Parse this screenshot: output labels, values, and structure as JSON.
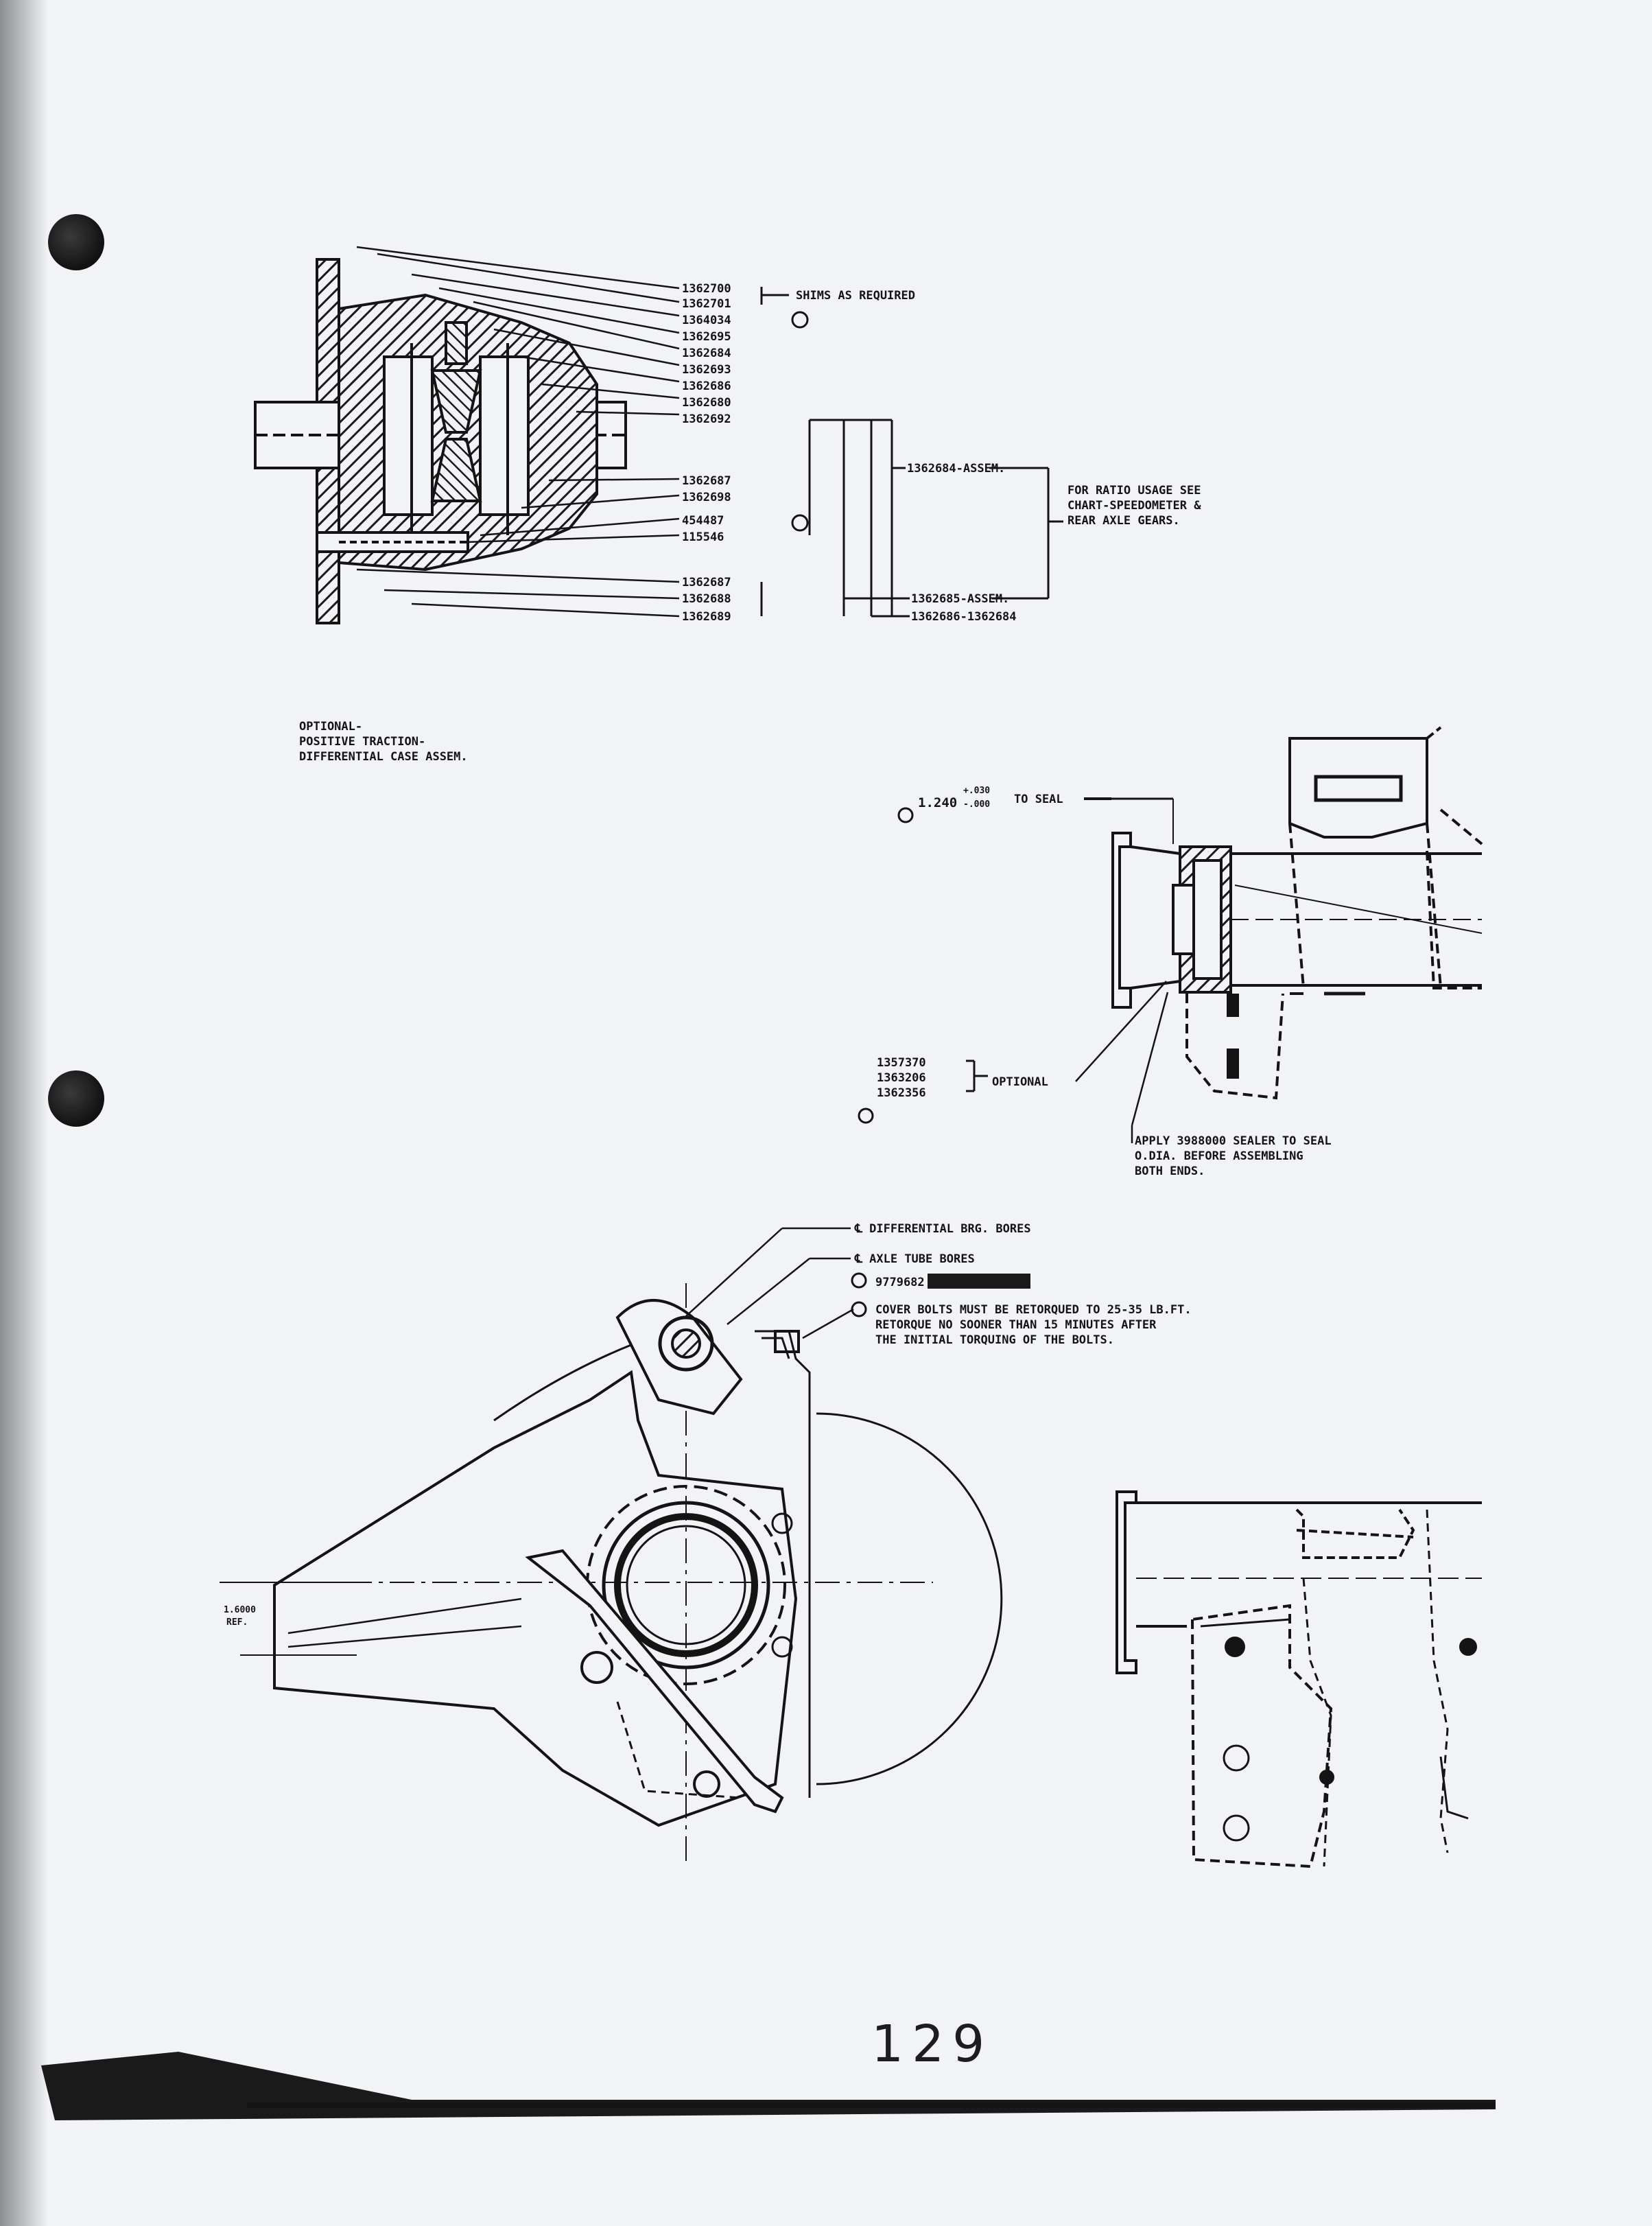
{
  "diff_case": {
    "parts_top": [
      "1362700",
      "1362701",
      "1364034",
      "1362695",
      "1362684",
      "1362693",
      "1362686",
      "1362680",
      "1362692"
    ],
    "parts_mid": [
      "1362687",
      "1362698",
      "454487",
      "115546"
    ],
    "parts_bottom": [
      "1362687",
      "1362688",
      "1362689"
    ],
    "shims_label": "SHIMS AS REQUIRED",
    "assem_1": "1362684-ASSEM.",
    "assem_2": "1362685-ASSEM.",
    "assem_3": "1362686-1362684",
    "ratio_note": [
      "FOR RATIO USAGE SEE",
      "CHART-SPEEDOMETER &",
      "REAR AXLE GEARS."
    ],
    "optional_note": [
      "OPTIONAL-",
      "POSITIVE TRACTION-",
      "DIFFERENTIAL CASE ASSEM."
    ]
  },
  "seal": {
    "dim_value": "1.240",
    "tol_plus": "+.030",
    "tol_minus": "-.000",
    "dim_suffix": "TO SEAL",
    "optional_parts": [
      "1357370",
      "1363206",
      "1362356"
    ],
    "optional_label": "OPTIONAL",
    "sealer_note": [
      "APPLY 3988000 SEALER TO SEAL",
      "O.DIA. BEFORE ASSEMBLING",
      "BOTH ENDS."
    ]
  },
  "housing": {
    "note_diff_bores": "℄ DIFFERENTIAL BRG. BORES",
    "note_axle_bores": "℄ AXLE TUBE BORES",
    "bolt_part": "9779682",
    "cover_note": [
      "COVER BOLTS MUST BE RETORQUED TO 25-35 LB.FT.",
      "RETORQUE NO SOONER THAN 15 MINUTES AFTER",
      "THE INITIAL TORQUING OF THE BOLTS."
    ],
    "ref_dim": [
      "1.6000",
      "REF."
    ]
  },
  "page_number": "129"
}
